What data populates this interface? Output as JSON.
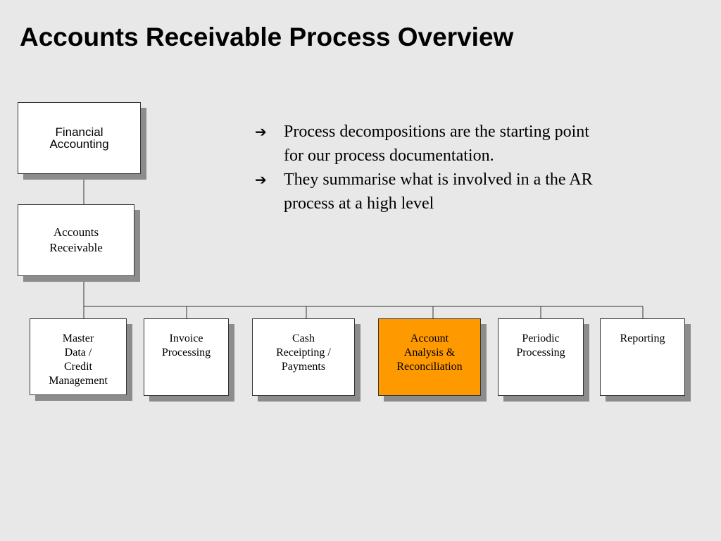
{
  "slide": {
    "title": "Accounts Receivable Process Overview"
  },
  "hierarchy": {
    "root": {
      "label": "Financial\nAccounting"
    },
    "parent": {
      "label": "Accounts\nReceivable"
    },
    "children": [
      {
        "label": "Master\nData /\nCredit\nManagement",
        "highlighted": false
      },
      {
        "label": "Invoice\nProcessing",
        "highlighted": false
      },
      {
        "label": "Cash\nReceipting /\nPayments",
        "highlighted": false
      },
      {
        "label": "Account\nAnalysis &\nReconciliation",
        "highlighted": true
      },
      {
        "label": "Periodic\nProcessing",
        "highlighted": false
      },
      {
        "label": "Reporting",
        "highlighted": false
      }
    ]
  },
  "notes": {
    "bullets": [
      "Process decompositions are the starting point for our process documentation.",
      "They summarise what is involved in a the AR process at a high level"
    ],
    "bullet_icon": "right-arrow-icon"
  },
  "colors": {
    "background": "#e8e8e8",
    "box_fill": "#ffffff",
    "highlight_fill": "#ff9900",
    "shadow": "#8c8c8c",
    "connector": "#333333"
  }
}
